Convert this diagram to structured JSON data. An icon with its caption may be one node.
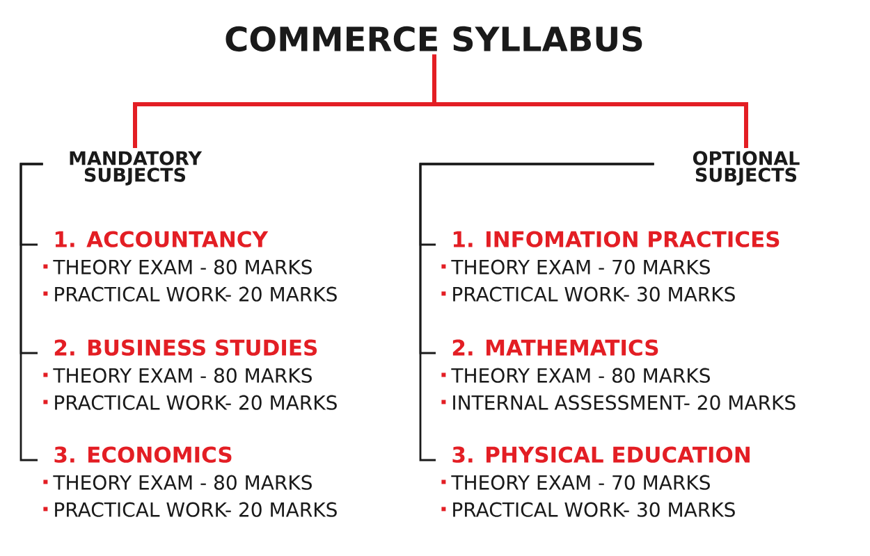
{
  "diagram": {
    "nodes": [
      {
        "text": [
          "COMMERCE SYLLABUS"
        ]
      },
      {
        "text": [
          "MANDATORY SUBJECTS"
        ]
      },
      {
        "text": [
          "OPTIONAL SUBJECTS"
        ]
      },
      {
        "text": [
          "1. ACCOUNTANCY",
          "THEORY EXAM - 80 MARKS",
          "PRACTICAL WORK- 20 MARKS"
        ]
      },
      {
        "text": [
          "2. BUSINESS STUDIES",
          "THEORY EXAM - 80 MARKS",
          "PRACTICAL WORK- 20 MARKS"
        ]
      },
      {
        "text": [
          "3. ECONOMICS",
          "THEORY EXAM - 80 MARKS",
          "PRACTICAL WORK- 20 MARKS"
        ]
      },
      {
        "text": [
          "1. INFOMATION PRACTICES",
          "THEORY EXAM - 70 MARKS",
          "PRACTICAL WORK- 30 MARKS"
        ]
      },
      {
        "text": [
          "2. MATHEMATICS",
          "THEORY EXAM - 80 MARKS",
          "INTERNAL ASSESSMENT- 20 MARKS"
        ]
      },
      {
        "text": [
          "3. PHYSICAL EDUCATION",
          "THEORY EXAM - 70 MARKS",
          "PRACTICAL WORK- 30 MARKS"
        ]
      }
    ],
    "edges": [
      {
        "from": 0,
        "to": 1,
        "arrow": "none",
        "style": "thick",
        "color": "#e31e24"
      },
      {
        "from": 0,
        "to": 2,
        "arrow": "none",
        "style": "thick",
        "color": "#e31e24"
      },
      {
        "from": 1,
        "to": 3,
        "arrow": "none"
      },
      {
        "from": 1,
        "to": 4,
        "arrow": "none"
      },
      {
        "from": 1,
        "to": 5,
        "arrow": "none"
      },
      {
        "from": 2,
        "to": 6,
        "arrow": "none"
      },
      {
        "from": 2,
        "to": 7,
        "arrow": "none"
      },
      {
        "from": 2,
        "to": 8,
        "arrow": "none"
      }
    ]
  }
}
